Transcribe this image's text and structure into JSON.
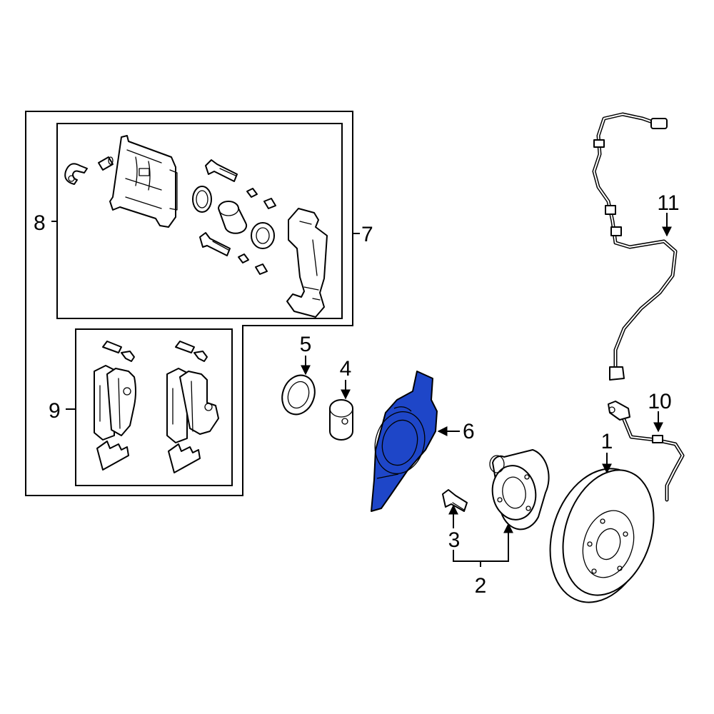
{
  "diagram": {
    "highlight_color": "#1e46c8",
    "callouts": {
      "c1": "1",
      "c2": "2",
      "c3": "3",
      "c4": "4",
      "c5": "5",
      "c6": "6",
      "c7": "7",
      "c8": "8",
      "c9": "9",
      "c10": "10",
      "c11": "11"
    }
  }
}
